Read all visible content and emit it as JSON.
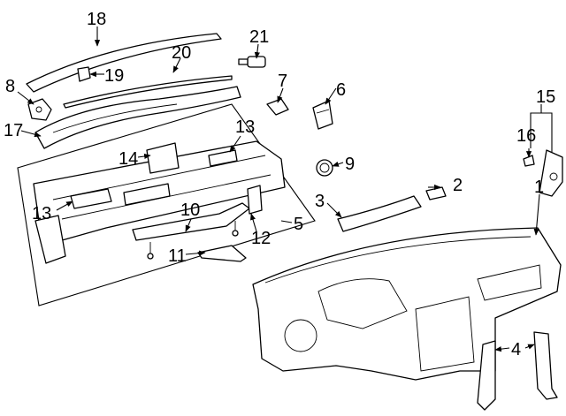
{
  "callouts": [
    {
      "id": "1",
      "label": "1"
    },
    {
      "id": "2",
      "label": "2"
    },
    {
      "id": "3",
      "label": "3"
    },
    {
      "id": "4",
      "label": "4"
    },
    {
      "id": "5",
      "label": "5"
    },
    {
      "id": "6",
      "label": "6"
    },
    {
      "id": "7",
      "label": "7"
    },
    {
      "id": "8",
      "label": "8"
    },
    {
      "id": "9",
      "label": "9"
    },
    {
      "id": "10",
      "label": "10"
    },
    {
      "id": "11",
      "label": "11"
    },
    {
      "id": "12",
      "label": "12"
    },
    {
      "id": "13a",
      "label": "13"
    },
    {
      "id": "13b",
      "label": "13"
    },
    {
      "id": "14",
      "label": "14"
    },
    {
      "id": "15",
      "label": "15"
    },
    {
      "id": "16",
      "label": "16"
    },
    {
      "id": "17",
      "label": "17"
    },
    {
      "id": "18",
      "label": "18"
    },
    {
      "id": "19",
      "label": "19"
    },
    {
      "id": "20",
      "label": "20"
    },
    {
      "id": "21",
      "label": "21"
    }
  ],
  "colors": {
    "line": "#000000",
    "background": "#ffffff"
  }
}
